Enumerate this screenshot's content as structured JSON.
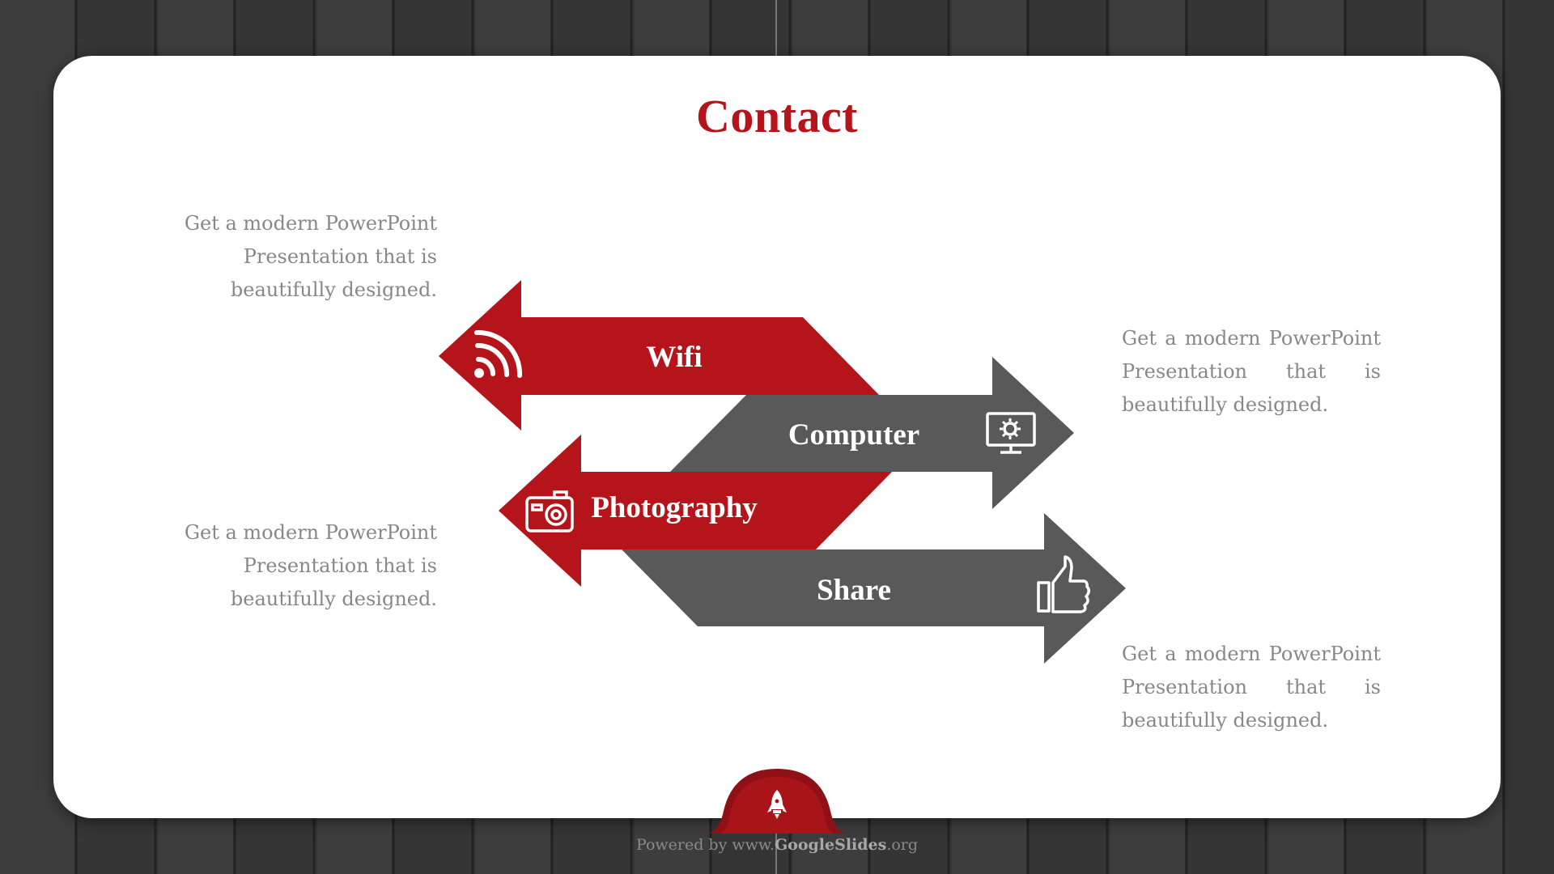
{
  "slide": {
    "title": "Contact",
    "accent_color": "#b5141b",
    "dark_color": "#595959"
  },
  "descriptions": {
    "top_left": "Get a modern PowerPoint Presentation that is beautifully designed.",
    "top_right": "Get a modern PowerPoint Presentation that is beautifully designed.",
    "bottom_left": "Get a modern PowerPoint Presentation that is beautifully designed.",
    "bottom_right": "Get a modern PowerPoint Presentation that is beautifully designed."
  },
  "arrows": [
    {
      "label": "Wifi",
      "icon": "wifi-icon",
      "color": "#b5141b",
      "direction": "left"
    },
    {
      "label": "Computer",
      "icon": "monitor-gear-icon",
      "color": "#595959",
      "direction": "right"
    },
    {
      "label": "Photography",
      "icon": "camera-icon",
      "color": "#b5141b",
      "direction": "left"
    },
    {
      "label": "Share",
      "icon": "thumbs-up-icon",
      "color": "#595959",
      "direction": "right"
    }
  ],
  "footer": {
    "prefix": "Powered by www.",
    "brand": "GoogleSlides",
    "suffix": ".org",
    "badge_icon": "rocket-icon"
  }
}
